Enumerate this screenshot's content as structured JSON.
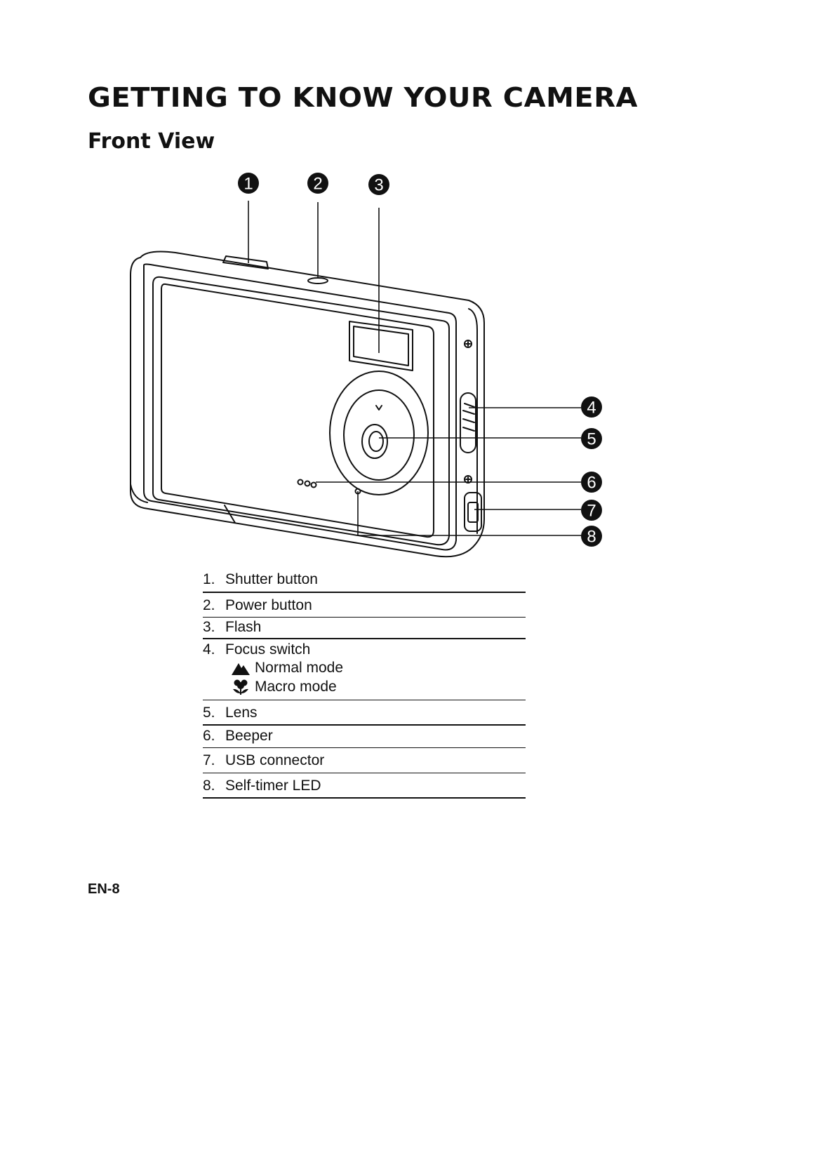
{
  "page": {
    "title": "GETTING TO KNOW YOUR CAMERA",
    "section": "Front View",
    "footer": "EN-8"
  },
  "callouts": [
    "1",
    "2",
    "3",
    "4",
    "5",
    "6",
    "7",
    "8"
  ],
  "legend": [
    {
      "num": "1.",
      "label": "Shutter button"
    },
    {
      "num": "2.",
      "label": "Power button"
    },
    {
      "num": "3.",
      "label": "Flash"
    },
    {
      "num": "4.",
      "label": "Focus switch",
      "sub": [
        {
          "icon": "normal-mode-mountain-icon",
          "label": "Normal mode"
        },
        {
          "icon": "macro-mode-flower-icon",
          "label": "Macro mode"
        }
      ]
    },
    {
      "num": "5.",
      "label": "Lens"
    },
    {
      "num": "6.",
      "label": "Beeper"
    },
    {
      "num": "7.",
      "label": "USB connector"
    },
    {
      "num": "8.",
      "label": "Self-timer LED"
    }
  ]
}
